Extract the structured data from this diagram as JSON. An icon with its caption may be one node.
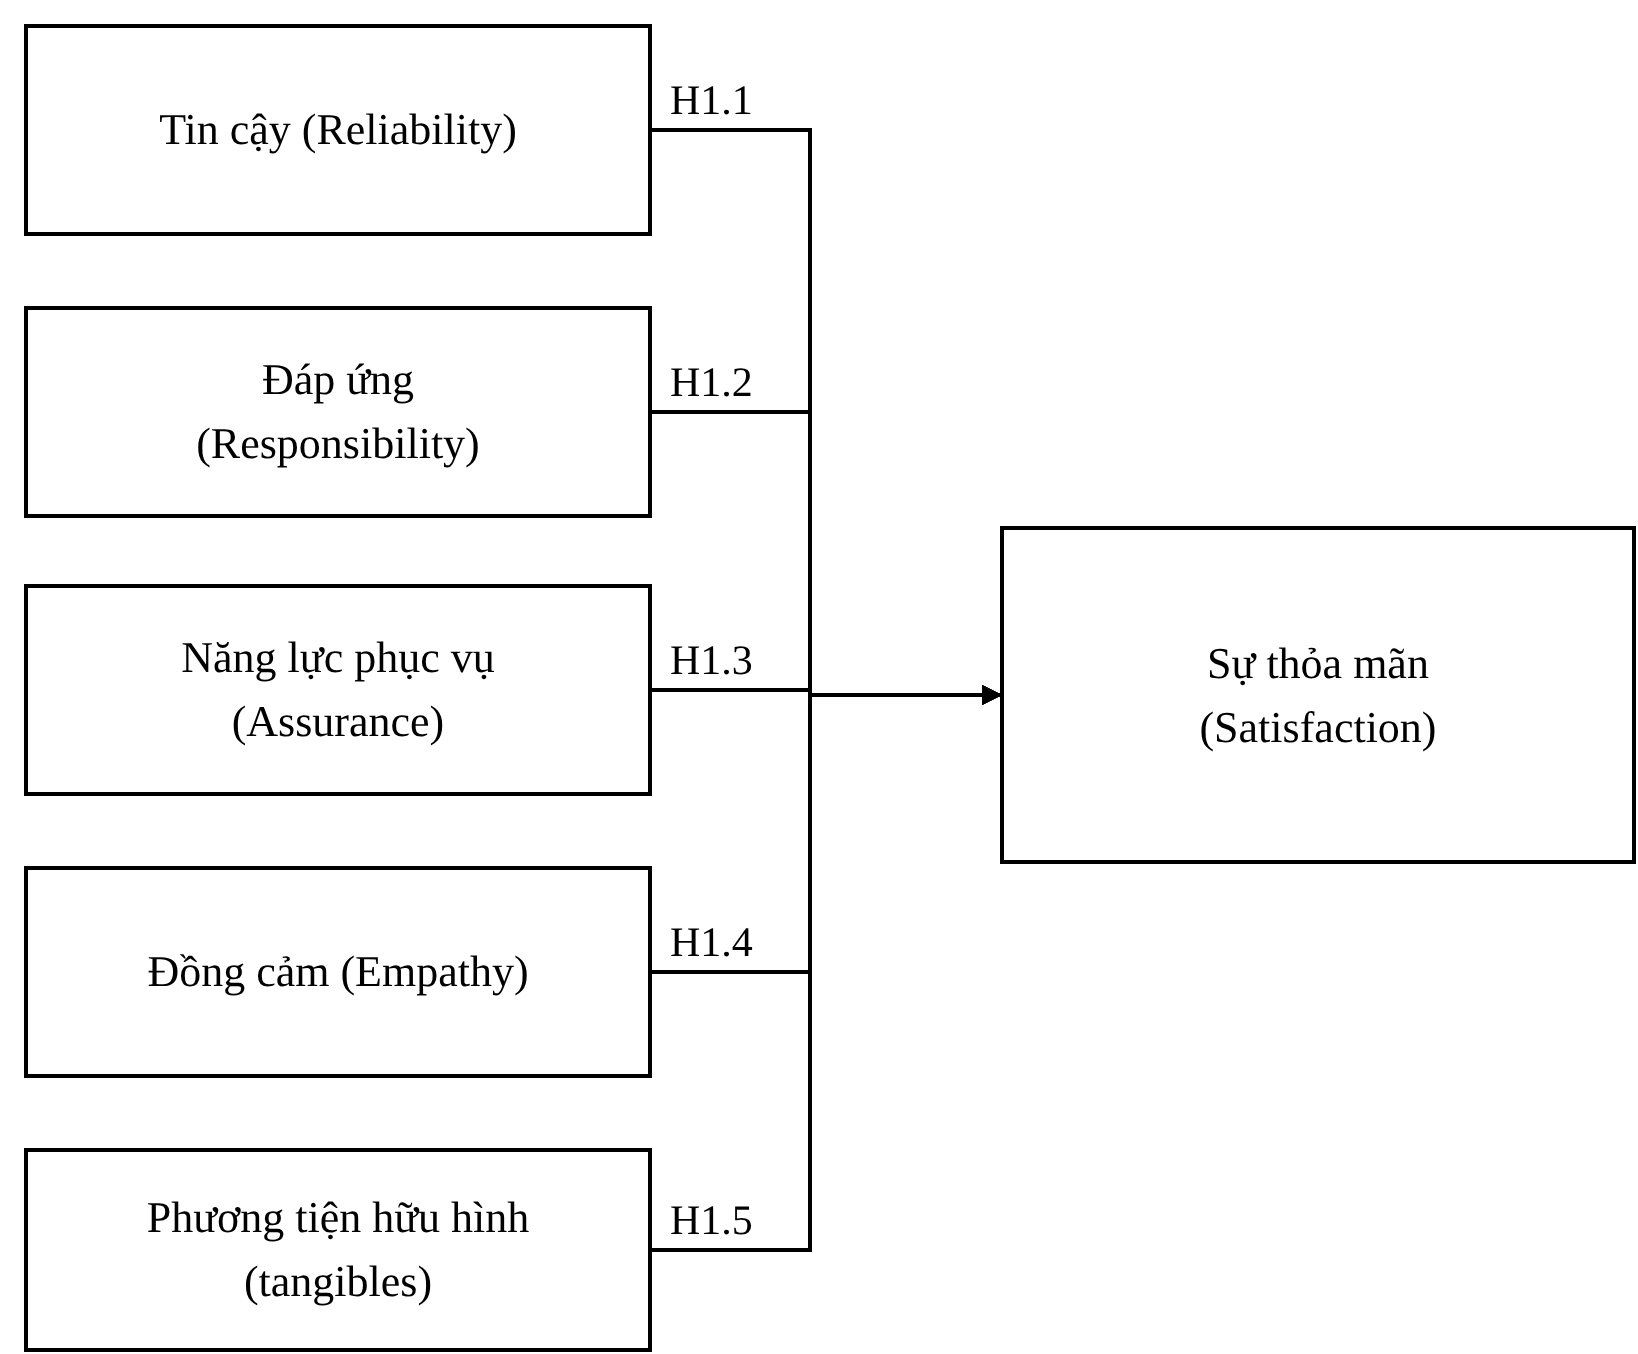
{
  "diagram": {
    "nodes": [
      {
        "text": [
          "Tin cậy (Reliability)"
        ]
      },
      {
        "text": [
          "Đáp ứng (Responsibility)"
        ]
      },
      {
        "text": [
          "Năng lực phục vụ (Assurance)"
        ]
      },
      {
        "text": [
          "Đồng cảm (Empathy)"
        ]
      },
      {
        "text": [
          "Phương tiện hữu hình (tangibles)"
        ]
      },
      {
        "text": [
          "Sự thỏa mãn (Satisfaction)"
        ]
      }
    ],
    "edges": [
      {
        "from": 0,
        "to": 5,
        "arrow": "to",
        "label": "H1.1"
      },
      {
        "from": 1,
        "to": 5,
        "arrow": "to",
        "label": "H1.2"
      },
      {
        "from": 2,
        "to": 5,
        "arrow": "to",
        "label": "H1.3"
      },
      {
        "from": 3,
        "to": 5,
        "arrow": "to",
        "label": "H1.4"
      },
      {
        "from": 4,
        "to": 5,
        "arrow": "to",
        "label": "H1.5"
      }
    ]
  }
}
